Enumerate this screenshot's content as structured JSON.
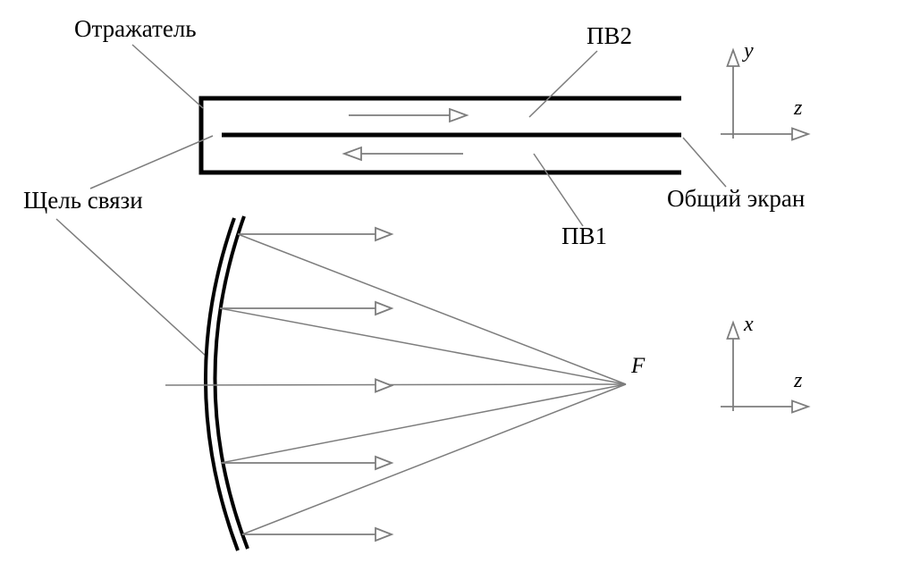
{
  "labels": {
    "reflector": "Отражатель",
    "pv2": "ПВ2",
    "coupling_slot": "Щель связи",
    "common_screen": "Общий экран",
    "pv1": "ПВ1",
    "focus": "F"
  },
  "axes": {
    "side_view": {
      "vertical_label": "y",
      "horizontal_label": "z"
    },
    "top_view": {
      "vertical_label": "x",
      "horizontal_label": "z"
    }
  },
  "colors": {
    "wall": "#000000",
    "ray": "#7d7d7d",
    "background": "#ffffff"
  }
}
